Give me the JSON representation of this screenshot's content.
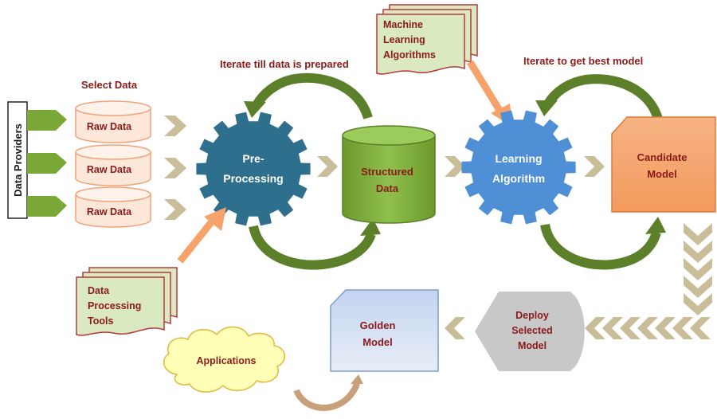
{
  "diagram": {
    "providers_label": "Data Providers",
    "select_data": "Select Data",
    "raw_data": [
      "Raw Data",
      "Raw Data",
      "Raw Data"
    ],
    "iterate_data": "Iterate till data is prepared",
    "iterate_model": "Iterate to get best model",
    "preprocessing": [
      "Pre-",
      "Processing"
    ],
    "structured": [
      "Structured",
      "Data"
    ],
    "ml_algorithms": [
      "Machine",
      "Learning",
      "Algorithms"
    ],
    "learning": [
      "Learning",
      "Algorithm"
    ],
    "candidate": [
      "Candidate",
      "Model"
    ],
    "tools": [
      "Data",
      "Processing",
      "Tools"
    ],
    "deploy": [
      "Deploy",
      "Selected",
      "Model"
    ],
    "golden": [
      "Golden",
      "Model"
    ],
    "applications": "Applications"
  },
  "colors": {
    "green": "#7aa836",
    "dark_green": "#5c7f2a",
    "gear_blue": "#2e6f8e",
    "learning_blue": "#4e8fd6",
    "orange": "#f5a36a",
    "raw_fill": "#fde7d8",
    "tan": "#c9bd9a",
    "gray": "#c8c8c8",
    "golden": "#c5d5ee"
  }
}
